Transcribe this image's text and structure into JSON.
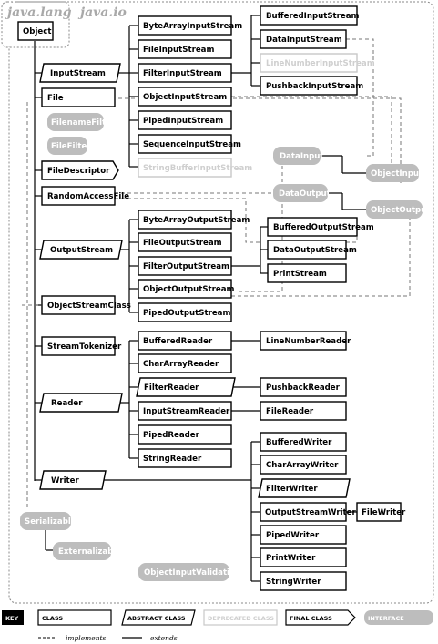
{
  "packages": {
    "java_lang": "java.lang",
    "java_io": "java.io"
  },
  "classes": {
    "object": "Object",
    "input_stream": "InputStream",
    "file": "File",
    "filename_filter": "FilenameFilter",
    "file_filter": "FileFilter",
    "file_descriptor": "FileDescriptor",
    "random_access_file": "RandomAccessFile",
    "output_stream": "OutputStream",
    "object_stream_class": "ObjectStreamClass",
    "stream_tokenizer": "StreamTokenizer",
    "reader": "Reader",
    "writer": "Writer",
    "serializable": "Serializable",
    "externalizable": "Externalizable",
    "object_input_validation": "ObjectInputValidation",
    "byte_array_input_stream": "ByteArrayInputStream",
    "file_input_stream": "FileInputStream",
    "filter_input_stream": "FilterInputStream",
    "object_input_stream": "ObjectInputStream",
    "piped_input_stream": "PipedInputStream",
    "sequence_input_stream": "SequenceInputStream",
    "string_buffer_input_stream": "StringBufferInputStream",
    "buffered_input_stream": "BufferedInputStream",
    "data_input_stream": "DataInputStream",
    "line_number_input_stream": "LineNumberInputStream",
    "pushback_input_stream": "PushbackInputStream",
    "data_input": "DataInput",
    "object_input": "ObjectInput",
    "data_output": "DataOutput",
    "object_output": "ObjectOutput",
    "byte_array_output_stream": "ByteArrayOutputStream",
    "file_output_stream": "FileOutputStream",
    "filter_output_stream": "FilterOutputStream",
    "object_output_stream": "ObjectOutputStream",
    "piped_output_stream": "PipedOutputStream",
    "buffered_output_stream": "BufferedOutputStream",
    "data_output_stream": "DataOutputStream",
    "print_stream": "PrintStream",
    "buffered_reader": "BufferedReader",
    "char_array_reader": "CharArrayReader",
    "filter_reader": "FilterReader",
    "input_stream_reader": "InputStreamReader",
    "piped_reader": "PipedReader",
    "string_reader": "StringReader",
    "line_number_reader": "LineNumberReader",
    "pushback_reader": "PushbackReader",
    "file_reader": "FileReader",
    "buffered_writer": "BufferedWriter",
    "char_array_writer": "CharArrayWriter",
    "filter_writer": "FilterWriter",
    "output_stream_writer": "OutputStreamWriter",
    "piped_writer": "PipedWriter",
    "print_writer": "PrintWriter",
    "string_writer": "StringWriter",
    "file_writer": "FileWriter"
  },
  "key": {
    "title": "KEY",
    "class": "CLASS",
    "abstract_class": "ABSTRACT CLASS",
    "deprecated_class": "DEPRECATED CLASS",
    "final_class": "FINAL CLASS",
    "interface": "INTERFACE",
    "implements": "implements",
    "extends": "extends"
  },
  "colors": {
    "interface_fill": "#bdbdbd",
    "deprecated_stroke": "#c8c8c8",
    "package_border": "#888888",
    "package_label": "#a9a9a9"
  }
}
